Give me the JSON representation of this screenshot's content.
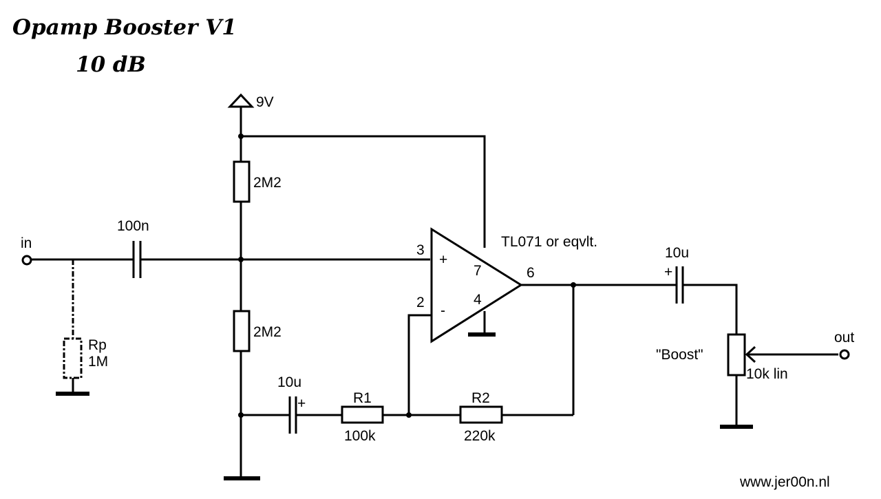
{
  "title": {
    "line1": "Opamp Booster V1",
    "line2": "10 dB"
  },
  "supply": {
    "label": "9V"
  },
  "components": {
    "r_bias_top": {
      "value": "2M2"
    },
    "r_bias_bottom": {
      "value": "2M2"
    },
    "c_input": {
      "value": "100n"
    },
    "rp": {
      "name": "Rp",
      "value": "1M"
    },
    "c_gain": {
      "value": "10u",
      "polarity": "+"
    },
    "r1": {
      "name": "R1",
      "value": "100k"
    },
    "r2": {
      "name": "R2",
      "value": "220k"
    },
    "c_output": {
      "value": "10u",
      "polarity": "+"
    },
    "pot": {
      "name": "\"Boost\"",
      "value": "10k lin"
    }
  },
  "opamp": {
    "part": "TL071 or eqvlt.",
    "pin_noninv": "3",
    "pin_inv": "2",
    "pin_vplus": "7",
    "pin_vminus": "4",
    "pin_out": "6",
    "sign_plus": "+",
    "sign_minus": "-"
  },
  "terminals": {
    "input": "in",
    "output": "out"
  },
  "credit": "www.jer00n.nl"
}
